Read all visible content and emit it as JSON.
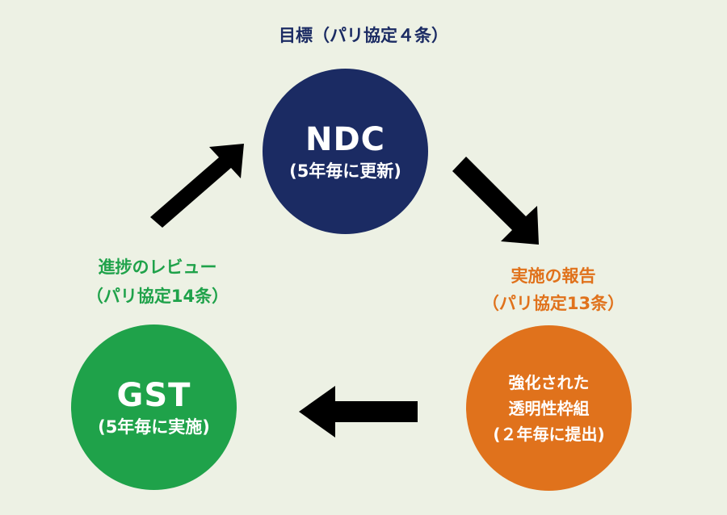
{
  "top_label": "目標（パリ協定４条）",
  "ndc": {
    "title": "NDC",
    "subtitle": "(5年毎に更新)"
  },
  "right_label": {
    "line1": "実施の報告",
    "line2": "（パリ協定13条）"
  },
  "etf": {
    "line1": "強化された",
    "line2": "透明性枠組",
    "line3": "(２年毎に提出)"
  },
  "left_label": {
    "line1": "進捗のレビュー",
    "line2": "（パリ協定14条）"
  },
  "gst": {
    "title": "GST",
    "subtitle": "(5年毎に実施)"
  },
  "colors": {
    "background": "#edf1e4",
    "ndc": "#1b2b63",
    "etf": "#e0721c",
    "gst": "#1fa24a",
    "top_label": "#1b2b63",
    "right_label": "#e0721c",
    "left_label": "#1fa24a",
    "arrow": "#000000"
  }
}
